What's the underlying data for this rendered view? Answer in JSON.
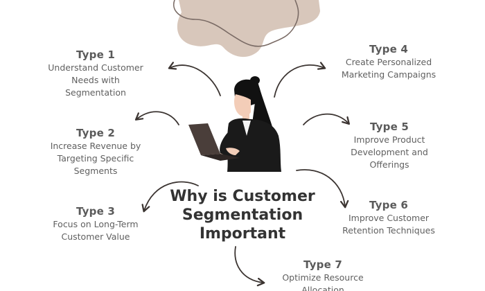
{
  "diagram": {
    "title_lines": [
      "Why is Customer",
      "Segmentation",
      "Important"
    ],
    "items": [
      {
        "title": "Type 1",
        "lines": [
          "Understand Customer",
          "Needs with",
          "Segmentation"
        ]
      },
      {
        "title": "Type 2",
        "lines": [
          "Increase Revenue by",
          "Targeting Specific",
          "Segments"
        ]
      },
      {
        "title": "Type 3",
        "lines": [
          "Focus on Long-Term",
          "Customer Value"
        ]
      },
      {
        "title": "Type 4",
        "lines": [
          "Create Personalized",
          "Marketing Campaigns"
        ]
      },
      {
        "title": "Type 5",
        "lines": [
          "Improve Product",
          "Development and",
          "Offerings"
        ]
      },
      {
        "title": "Type 6",
        "lines": [
          "Improve Customer",
          "Retention Techniques"
        ]
      },
      {
        "title": "Type 7",
        "lines": [
          "Optimize Resource",
          "Allocation"
        ]
      }
    ],
    "colors": {
      "blob": "#d8c7bb",
      "blob_outline": "#7a6b65",
      "arrow": "#3b3431",
      "hair": "#111111",
      "skin": "#f3cdb8",
      "laptop": "#4a3e3a"
    },
    "icons": [
      "decorative-blob",
      "woman-with-laptop-illustration",
      "curved-arrow-icon"
    ]
  }
}
